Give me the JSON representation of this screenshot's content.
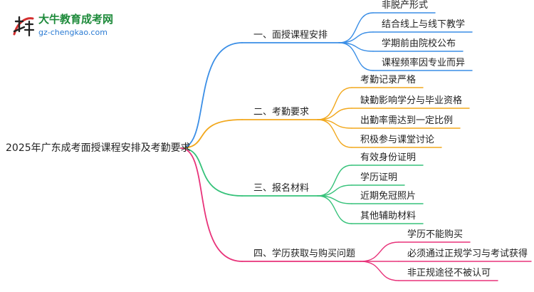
{
  "logo": {
    "title": "大牛教育成考网",
    "url": "gz-chengkao.com",
    "colors": {
      "text": "#1d8a3a",
      "url": "#2b7bd3",
      "mark": "#d32f2f"
    }
  },
  "root": {
    "label": "2025年广东成考面授课程安排及考勤要求"
  },
  "branches": [
    {
      "label": "一、面授课程安排",
      "color": "#3a8ee6",
      "children": [
        "非脱产形式",
        "结合线上与线下教学",
        "学期前由院校公布",
        "课程频率因专业而异"
      ]
    },
    {
      "label": "二、考勤要求",
      "color": "#f2a81d",
      "children": [
        "考勤记录严格",
        "缺勤影响学分与毕业资格",
        "出勤率需达到一定比例",
        "积极参与课堂讨论"
      ]
    },
    {
      "label": "三、报名材料",
      "color": "#36c27a",
      "children": [
        "有效身份证明",
        "学历证明",
        "近期免冠照片",
        "其他辅助材料"
      ]
    },
    {
      "label": "四、学历获取与购买问题",
      "color": "#e8337a",
      "children": [
        "学历不能购买",
        "必须通过正规学习与考试获得",
        "非正规途径不被认可"
      ]
    }
  ]
}
